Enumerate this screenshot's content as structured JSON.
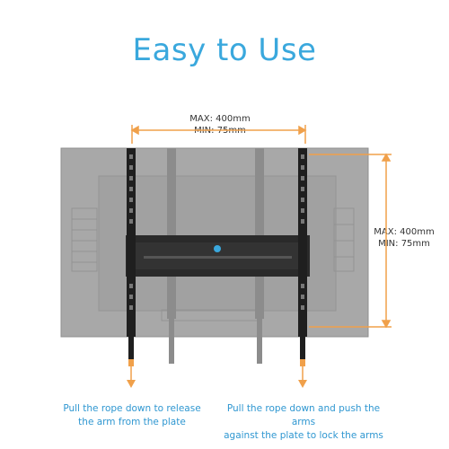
{
  "title": "Easy to Use",
  "horizontal_dim": {
    "max": "MAX: 400mm",
    "min": "MIN: 75mm"
  },
  "vertical_dim": {
    "max": "MAX: 400mm",
    "min": "MIN: 75mm"
  },
  "captions": {
    "left": [
      "Pull the rope down to release",
      "the arm from the plate"
    ],
    "right": [
      "Pull the rope down and push the arms",
      "against the plate to lock the arms"
    ]
  },
  "colors": {
    "title": "#3aa8dd",
    "accent": "#f0a04a",
    "caption": "#2f97d1"
  }
}
